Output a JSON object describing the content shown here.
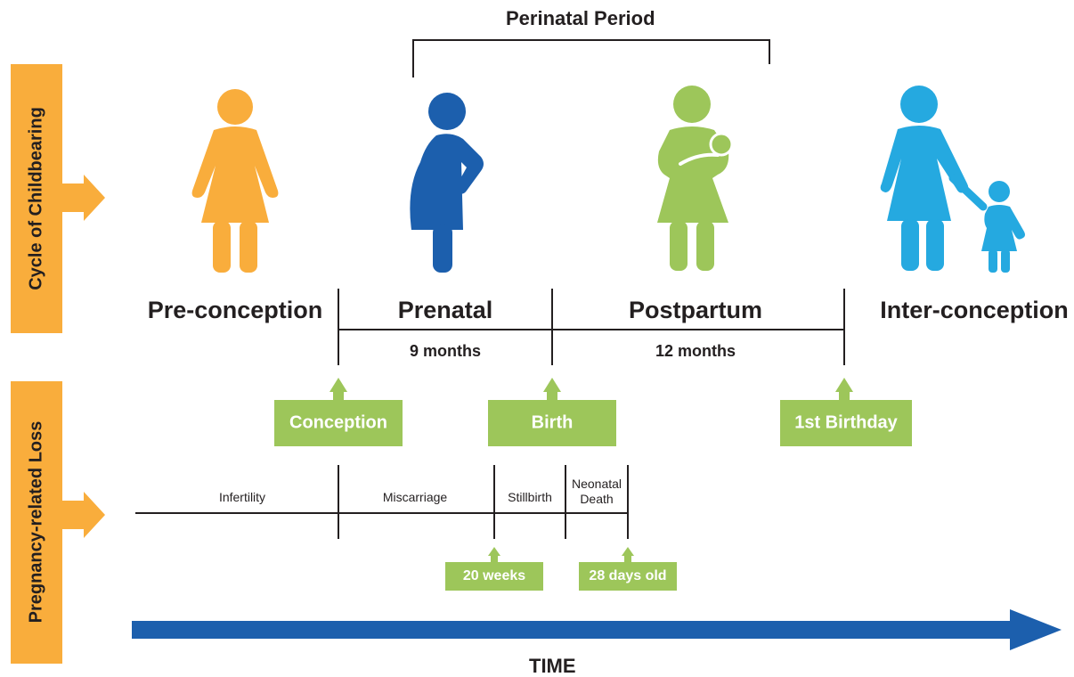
{
  "perinatal_period": "Perinatal Period",
  "side_labels": {
    "cycle": "Cycle of Childbearing",
    "loss": "Pregnancy-related Loss"
  },
  "stages": [
    {
      "label": "Pre-conception",
      "color": "#f9ad3c",
      "icon": "woman-icon"
    },
    {
      "label": "Prenatal",
      "color": "#1c5fad",
      "icon": "pregnant-woman-icon"
    },
    {
      "label": "Postpartum",
      "color": "#9dc65a",
      "icon": "woman-holding-baby-icon"
    },
    {
      "label": "Inter-conception",
      "color": "#25a9e0",
      "icon": "woman-with-child-icon"
    }
  ],
  "durations": {
    "prenatal": "9 months",
    "postpartum": "12 months"
  },
  "milestones": {
    "conception": "Conception",
    "birth": "Birth",
    "first_birthday": "1st Birthday"
  },
  "losses": {
    "infertility": "Infertility",
    "miscarriage": "Miscarriage",
    "stillbirth": "Stillbirth",
    "neonatal_death_1": "Neonatal",
    "neonatal_death_2": "Death"
  },
  "loss_markers": {
    "weeks": "20 weeks",
    "days": "28 days old"
  },
  "time_label": "TIME",
  "colors": {
    "orange": "#f9ad3c",
    "green": "#9dc65a",
    "blue_arrow": "#1c5fad",
    "text": "#231f20"
  }
}
